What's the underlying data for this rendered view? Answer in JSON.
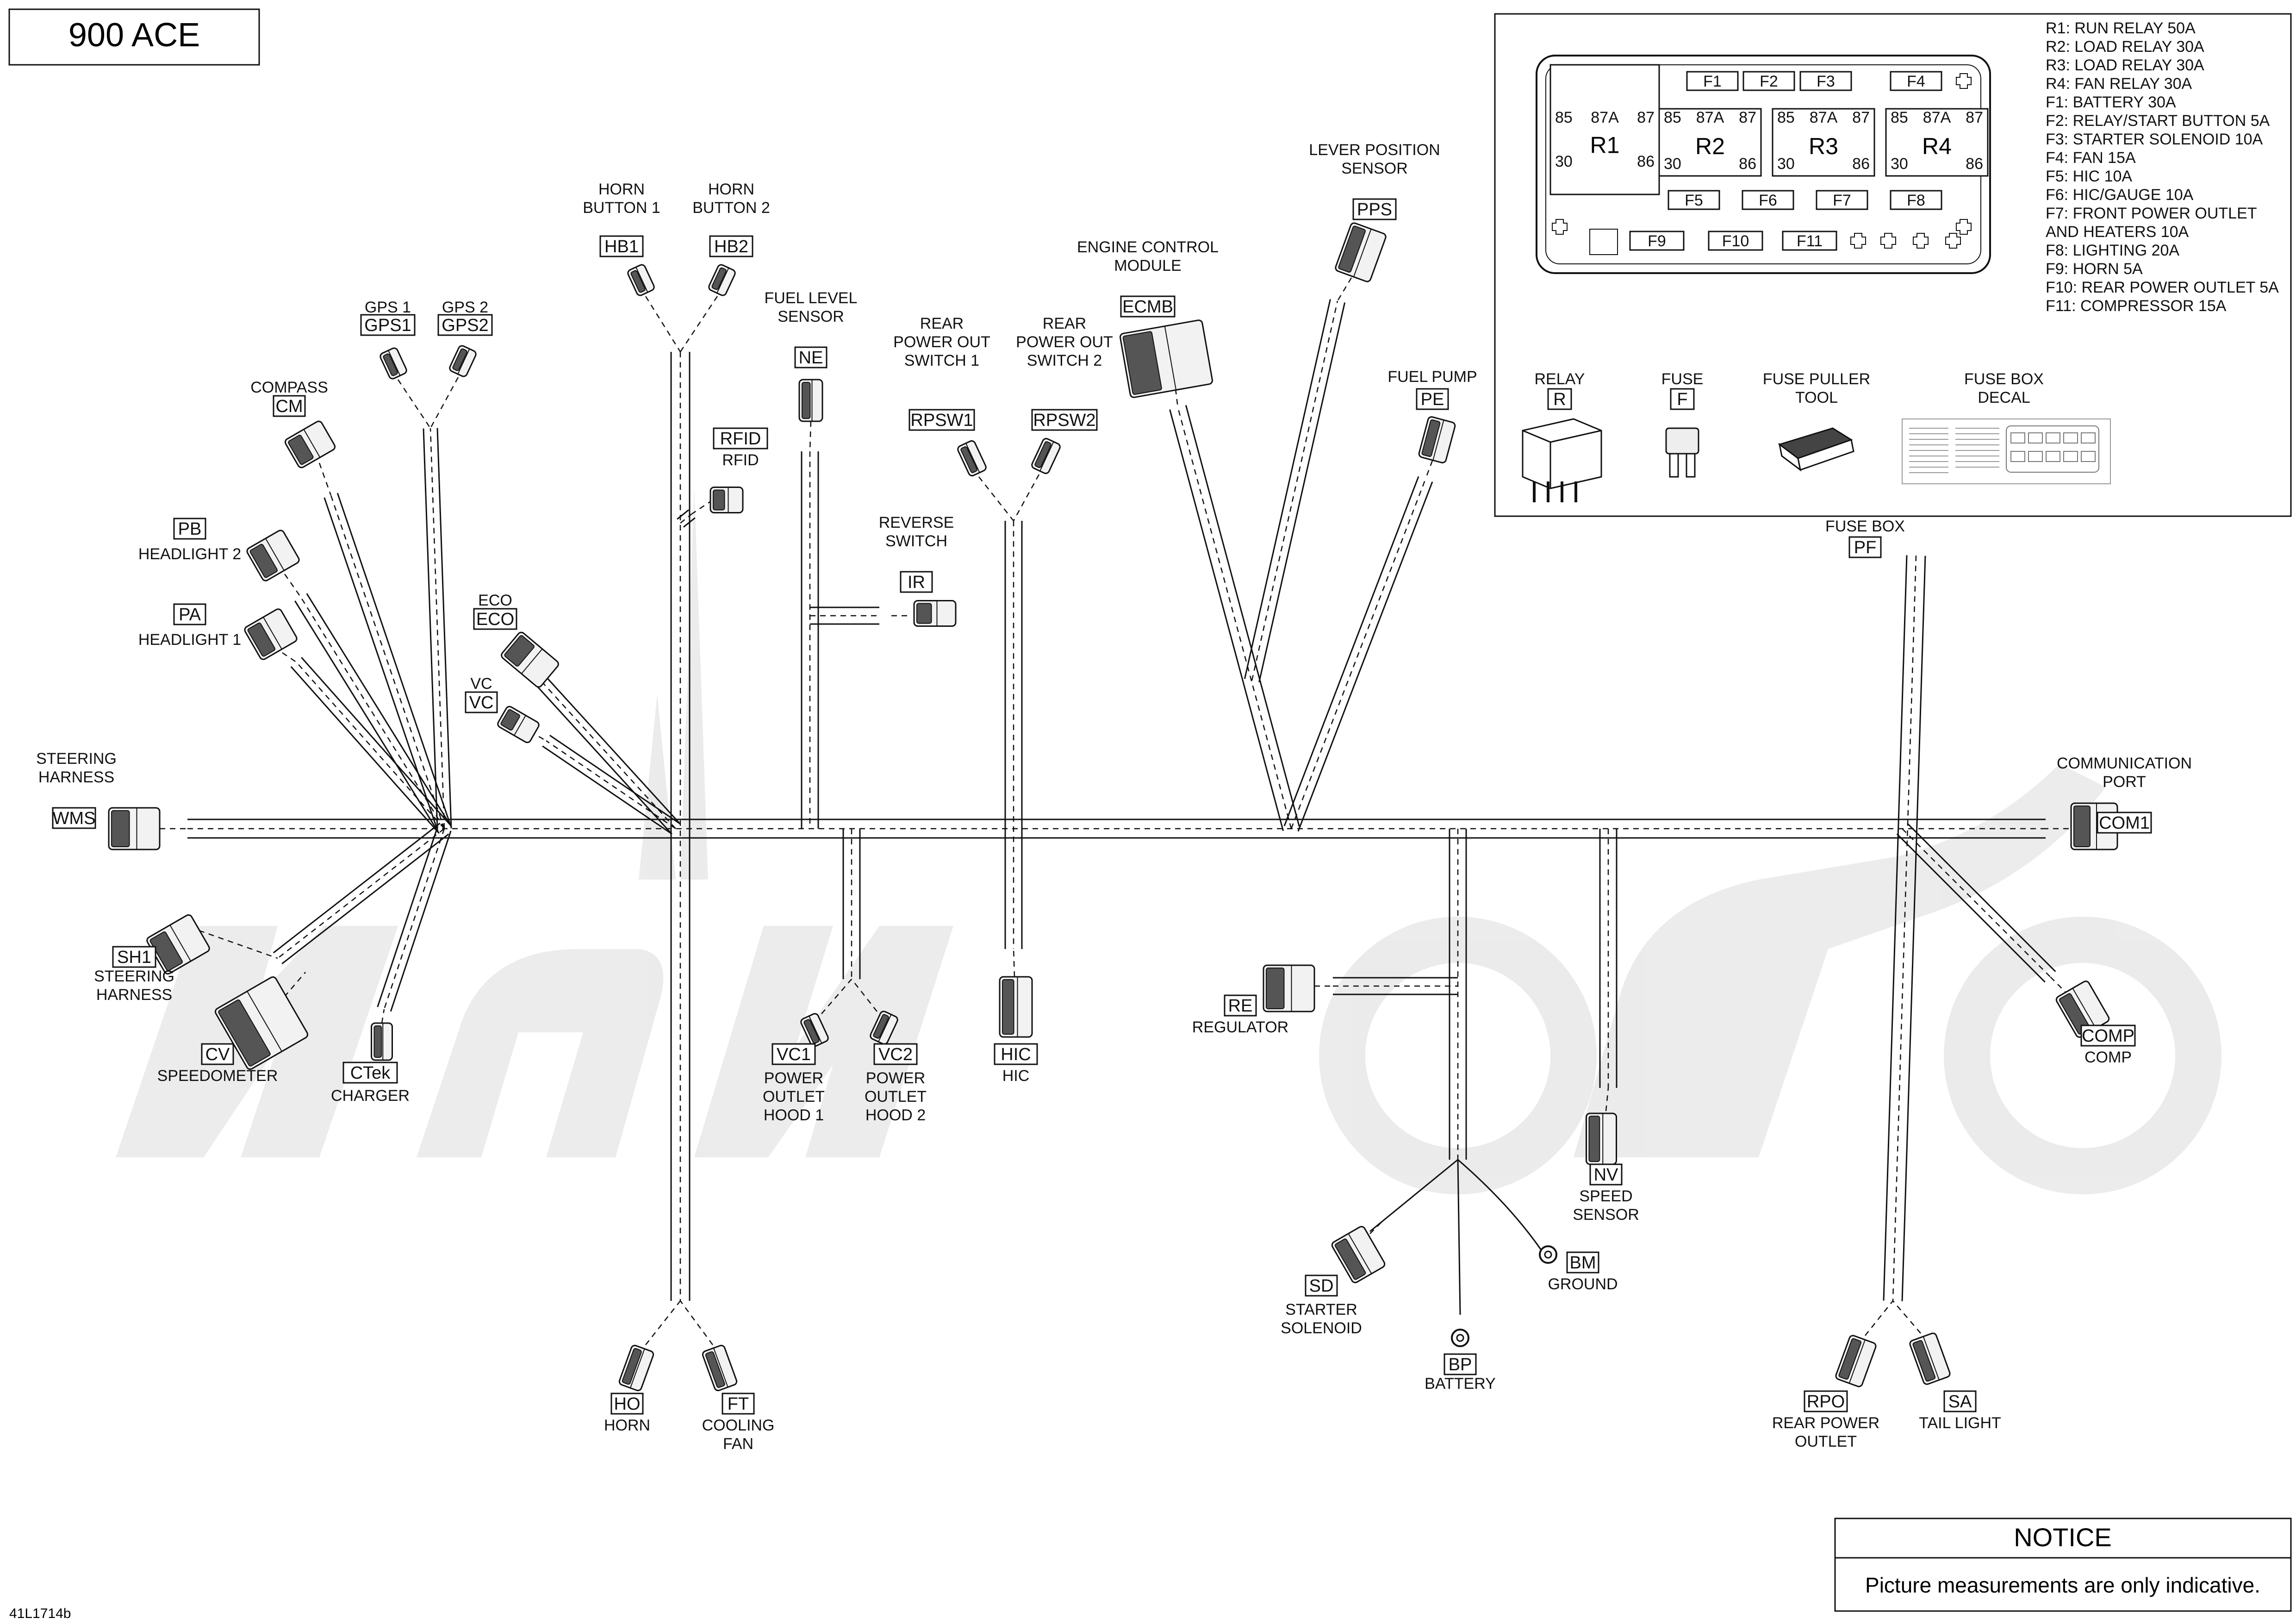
{
  "title": "900 ACE",
  "figure_code": "41L1714b",
  "notice": {
    "heading": "NOTICE",
    "text": "Picture measurements are only indicative."
  },
  "legend": [
    "R1: RUN RELAY 50A",
    "R2: LOAD RELAY 30A",
    "R3: LOAD RELAY 30A",
    "R4: FAN RELAY 30A",
    "F1: BATTERY 30A",
    "F2: RELAY/START BUTTON 5A",
    "F3: STARTER SOLENOID 10A",
    "F4: FAN 15A",
    "F5: HIC 10A",
    "F6: HIC/GAUGE 10A",
    "F7: FRONT POWER OUTLET",
    "      AND HEATERS 10A",
    "F8: LIGHTING 20A",
    "F9: HORN 5A",
    "F10: REAR POWER OUTLET 5A",
    "F11: COMPRESSOR 15A"
  ],
  "fusebox": {
    "relays": [
      {
        "name": "R1",
        "pins": [
          "85",
          "87A",
          "87",
          "30",
          "86"
        ]
      },
      {
        "name": "R2",
        "pins": [
          "85",
          "87A",
          "87",
          "30",
          "86"
        ]
      },
      {
        "name": "R3",
        "pins": [
          "85",
          "87A",
          "87",
          "30",
          "86"
        ]
      },
      {
        "name": "R4",
        "pins": [
          "85",
          "87A",
          "87",
          "30",
          "86"
        ]
      }
    ],
    "fuses_top": [
      "F1",
      "F2",
      "F3",
      "F4"
    ],
    "fuses_mid": [
      "F5",
      "F6",
      "F7",
      "F8"
    ],
    "fuses_bot": [
      "F9",
      "F10",
      "F11"
    ]
  },
  "parts": [
    {
      "code": "R",
      "label": "RELAY"
    },
    {
      "code": "F",
      "label": "FUSE"
    },
    {
      "label": "FUSE PULLER\nTOOL"
    },
    {
      "label": "FUSE BOX\nDECAL"
    }
  ],
  "connectors": [
    {
      "code": "HB1",
      "label": "HORN\nBUTTON 1"
    },
    {
      "code": "HB2",
      "label": "HORN\nBUTTON 2"
    },
    {
      "code": "GPS1",
      "label": "GPS 1"
    },
    {
      "code": "GPS2",
      "label": "GPS 2"
    },
    {
      "code": "CM",
      "label": "COMPASS"
    },
    {
      "code": "PB",
      "label": "HEADLIGHT 2"
    },
    {
      "code": "PA",
      "label": "HEADLIGHT 1"
    },
    {
      "code": "ECO",
      "label": "ECO"
    },
    {
      "code": "VC",
      "label": "VC"
    },
    {
      "code": "WMS",
      "label": "STEERING\nHARNESS"
    },
    {
      "code": "SH1",
      "label": "STEERING\nHARNESS"
    },
    {
      "code": "CV",
      "label": "SPEEDOMETER"
    },
    {
      "code": "CTek",
      "label": "CHARGER"
    },
    {
      "code": "NE",
      "label": "FUEL LEVEL\nSENSOR"
    },
    {
      "code": "RFID",
      "label": "RFID"
    },
    {
      "code": "IR",
      "label": "REVERSE\nSWITCH"
    },
    {
      "code": "RPSW1",
      "label": "REAR\nPOWER OUT\nSWITCH 1"
    },
    {
      "code": "RPSW2",
      "label": "REAR\nPOWER OUT\nSWITCH 2"
    },
    {
      "code": "ECMB",
      "label": "ENGINE CONTROL\nMODULE"
    },
    {
      "code": "PPS",
      "label": "LEVER POSITION\nSENSOR"
    },
    {
      "code": "PE",
      "label": "FUEL PUMP"
    },
    {
      "code": "PF",
      "label": "FUSE BOX"
    },
    {
      "code": "COM1",
      "label": "COMMUNICATION\nPORT"
    },
    {
      "code": "VC1",
      "label": "POWER\nOUTLET\nHOOD 1"
    },
    {
      "code": "VC2",
      "label": "POWER\nOUTLET\nHOOD 2"
    },
    {
      "code": "HIC",
      "label": "HIC"
    },
    {
      "code": "RE",
      "label": "REGULATOR"
    },
    {
      "code": "NV",
      "label": "SPEED\nSENSOR"
    },
    {
      "code": "BM",
      "label": "GROUND"
    },
    {
      "code": "SD",
      "label": "STARTER\nSOLENOID"
    },
    {
      "code": "BP",
      "label": "BATTERY"
    },
    {
      "code": "COMP",
      "label": "COMP"
    },
    {
      "code": "RPO",
      "label": "REAR POWER\nOUTLET"
    },
    {
      "code": "SA",
      "label": "TAIL LIGHT"
    },
    {
      "code": "HO",
      "label": "HORN"
    },
    {
      "code": "FT",
      "label": "COOLING\nFAN"
    }
  ]
}
